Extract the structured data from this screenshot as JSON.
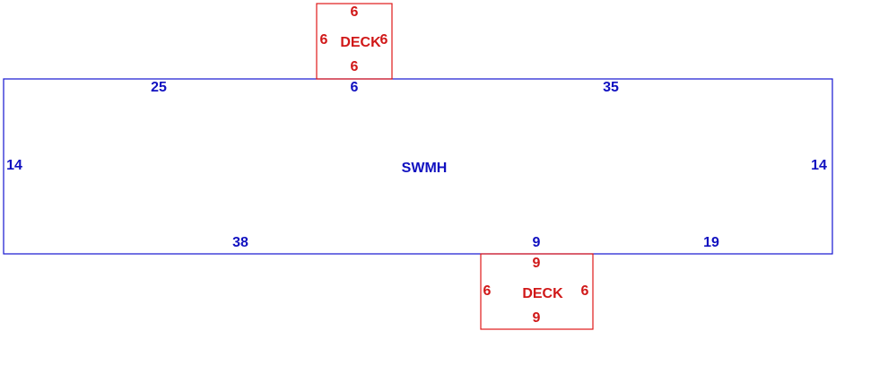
{
  "colors": {
    "main_structure": "#1515d0",
    "deck": "#e01818"
  },
  "main_structure": {
    "name": "SWMH",
    "dimensions": {
      "top_left": "25",
      "top_middle": "6",
      "top_right": "35",
      "left": "14",
      "right": "14",
      "bottom_left": "38",
      "bottom_middle": "9",
      "bottom_right": "19"
    }
  },
  "decks": [
    {
      "name": "DECK",
      "top": "6",
      "left": "6",
      "right": "6",
      "bottom": "6"
    },
    {
      "name": "DECK",
      "top": "9",
      "left": "6",
      "right": "6",
      "bottom": "9"
    }
  ]
}
